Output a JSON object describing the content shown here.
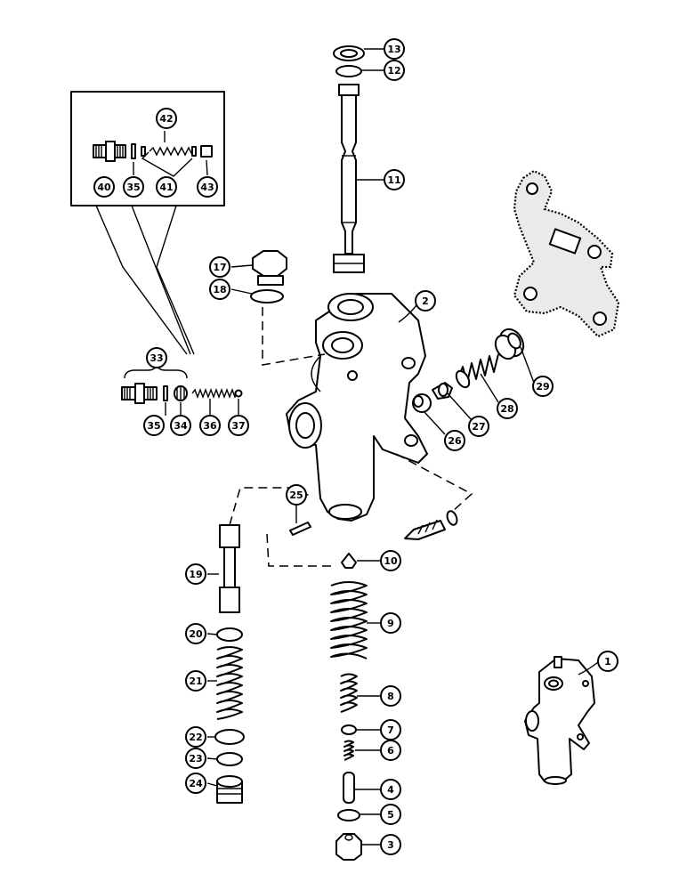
{
  "callouts": [
    {
      "id": "c1",
      "label": "1"
    },
    {
      "id": "c2",
      "label": "2"
    },
    {
      "id": "c3",
      "label": "3"
    },
    {
      "id": "c4",
      "label": "4"
    },
    {
      "id": "c5",
      "label": "5"
    },
    {
      "id": "c6",
      "label": "6"
    },
    {
      "id": "c7",
      "label": "7"
    },
    {
      "id": "c8",
      "label": "8"
    },
    {
      "id": "c9",
      "label": "9"
    },
    {
      "id": "c10",
      "label": "10"
    },
    {
      "id": "c11",
      "label": "11"
    },
    {
      "id": "c12",
      "label": "12"
    },
    {
      "id": "c13",
      "label": "13"
    },
    {
      "id": "c17",
      "label": "17"
    },
    {
      "id": "c18",
      "label": "18"
    },
    {
      "id": "c19",
      "label": "19"
    },
    {
      "id": "c20",
      "label": "20"
    },
    {
      "id": "c21",
      "label": "21"
    },
    {
      "id": "c22",
      "label": "22"
    },
    {
      "id": "c23",
      "label": "23"
    },
    {
      "id": "c24",
      "label": "24"
    },
    {
      "id": "c25",
      "label": "25"
    },
    {
      "id": "c26",
      "label": "26"
    },
    {
      "id": "c27",
      "label": "27"
    },
    {
      "id": "c28",
      "label": "28"
    },
    {
      "id": "c29",
      "label": "29"
    },
    {
      "id": "c33",
      "label": "33"
    },
    {
      "id": "c35a",
      "label": "35"
    },
    {
      "id": "c34",
      "label": "34"
    },
    {
      "id": "c36",
      "label": "36"
    },
    {
      "id": "c37",
      "label": "37"
    },
    {
      "id": "c40",
      "label": "40"
    },
    {
      "id": "c35b",
      "label": "35"
    },
    {
      "id": "c41",
      "label": "41"
    },
    {
      "id": "c42",
      "label": "42"
    },
    {
      "id": "c43",
      "label": "43"
    }
  ]
}
